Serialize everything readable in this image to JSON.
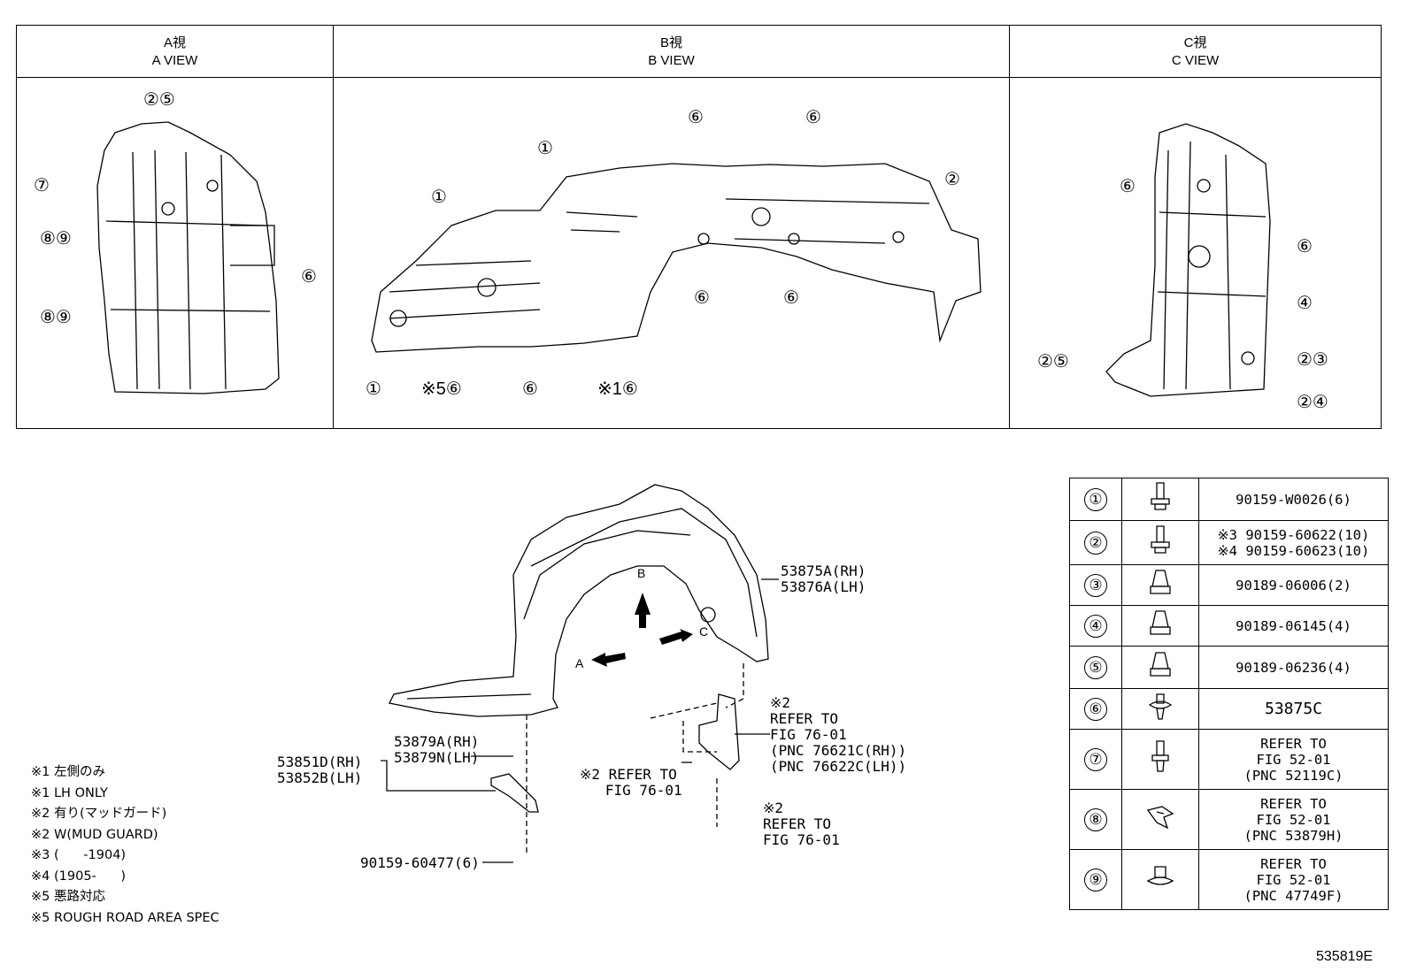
{
  "views": [
    {
      "jp": "A視",
      "en": "A VIEW"
    },
    {
      "jp": "B視",
      "en": "B VIEW"
    },
    {
      "jp": "C視",
      "en": "C VIEW"
    }
  ],
  "callouts": {
    "a": [
      "②⑤",
      "⑦",
      "⑧⑨",
      "⑧⑨",
      "⑥"
    ],
    "b": [
      "⑥",
      "⑥",
      "①",
      "①",
      "②",
      "⑥",
      "⑥",
      "①",
      "※5⑥",
      "⑥",
      "※1⑥"
    ],
    "c": [
      "⑥",
      "⑥",
      "④",
      "②⑤",
      "②③",
      "②④"
    ]
  },
  "main": {
    "part_main": "53875A(RH)\n53876A(LH)",
    "part_seal": "53879A(RH)\n53879N(LH)",
    "part_bracket": "53851D(RH)\n53852B(LH)",
    "bolt": "90159-60477(6)",
    "arrow_a": "A",
    "arrow_b": "B",
    "arrow_c": "C",
    "ref_left": "※2 REFER TO\n   FIG 76-01",
    "ref_top": "※2\nREFER TO\nFIG 76-01\n(PNC 76621C(RH))\n(PNC 76622C(LH))",
    "ref_bottom": "※2\nREFER TO\nFIG 76-01"
  },
  "notes": [
    "※1 左側のみ",
    "※1 LH ONLY",
    "※2 有り(マッドガード)",
    "※2 W(MUD GUARD)",
    "※3 (      -1904)",
    "※4 (1905-      )",
    "※5 悪路対応",
    "※5 ROUGH ROAD AREA SPEC"
  ],
  "legend": [
    {
      "num": "①",
      "icon": "bolt-icon",
      "text": "90159-W0026(6)"
    },
    {
      "num": "②",
      "icon": "bolt-icon",
      "text": "※3 90159-60622(10)\n※4 90159-60623(10)"
    },
    {
      "num": "③",
      "icon": "nut-icon",
      "text": "90189-06006(2)"
    },
    {
      "num": "④",
      "icon": "nut-icon",
      "text": "90189-06145(4)"
    },
    {
      "num": "⑤",
      "icon": "nut-icon",
      "text": "90189-06236(4)"
    },
    {
      "num": "⑥",
      "icon": "clip-icon",
      "text": "53875C"
    },
    {
      "num": "⑦",
      "icon": "pin-icon",
      "text": "REFER TO\nFIG 52-01\n(PNC 52119C)"
    },
    {
      "num": "⑧",
      "icon": "retainer-icon",
      "text": "REFER TO\nFIG 52-01\n(PNC 53879H)"
    },
    {
      "num": "⑨",
      "icon": "grommet-icon",
      "text": "REFER TO\nFIG 52-01\n(PNC 47749F)"
    }
  ],
  "footer_code": "535819E"
}
